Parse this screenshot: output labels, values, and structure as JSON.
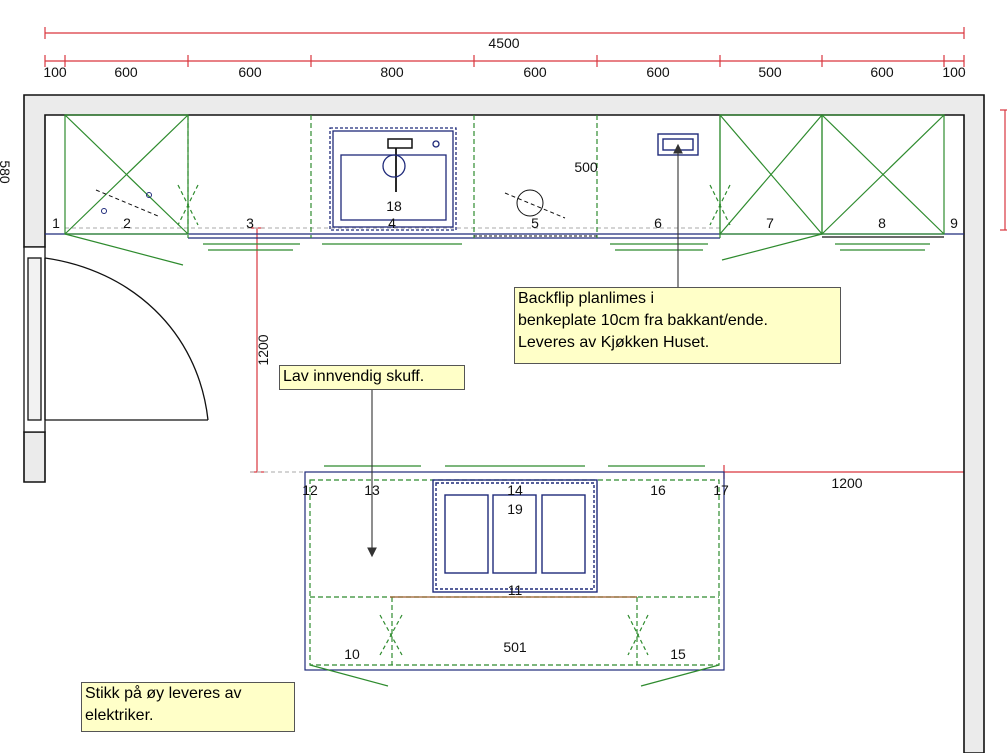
{
  "dimensions": {
    "total": "4500",
    "segments": [
      "100",
      "600",
      "600",
      "800",
      "600",
      "600",
      "500",
      "600",
      "100"
    ],
    "left_side": "580",
    "depth_gap": "1200",
    "island_gap": "1200"
  },
  "cabinet_numbers": {
    "n1": "1",
    "n2": "2",
    "n3": "3",
    "n4": "4",
    "n5": "5",
    "n6": "6",
    "n7": "7",
    "n8": "8",
    "n9": "9",
    "n10": "10",
    "n11": "11",
    "n12": "12",
    "n13": "13",
    "n14": "14",
    "n15": "15",
    "n16": "16",
    "n17": "17",
    "n18": "18",
    "n19": "19",
    "n500": "500",
    "n501": "501"
  },
  "notes": {
    "backflip": [
      "Backflip planlimes i",
      "benkeplate 10cm fra bakkant/ende.",
      "Leveres av Kjøkken Huset."
    ],
    "drawer": "Lav innvendig skuff.",
    "socket": [
      "Stikk på øy leveres av",
      "elektriker."
    ]
  },
  "colors": {
    "dimension": "#d9363e",
    "cabinet": "#2e8b2e",
    "appliance": "#1f2a7a",
    "wall": "#111111",
    "note_bg": "#ffffc8"
  }
}
